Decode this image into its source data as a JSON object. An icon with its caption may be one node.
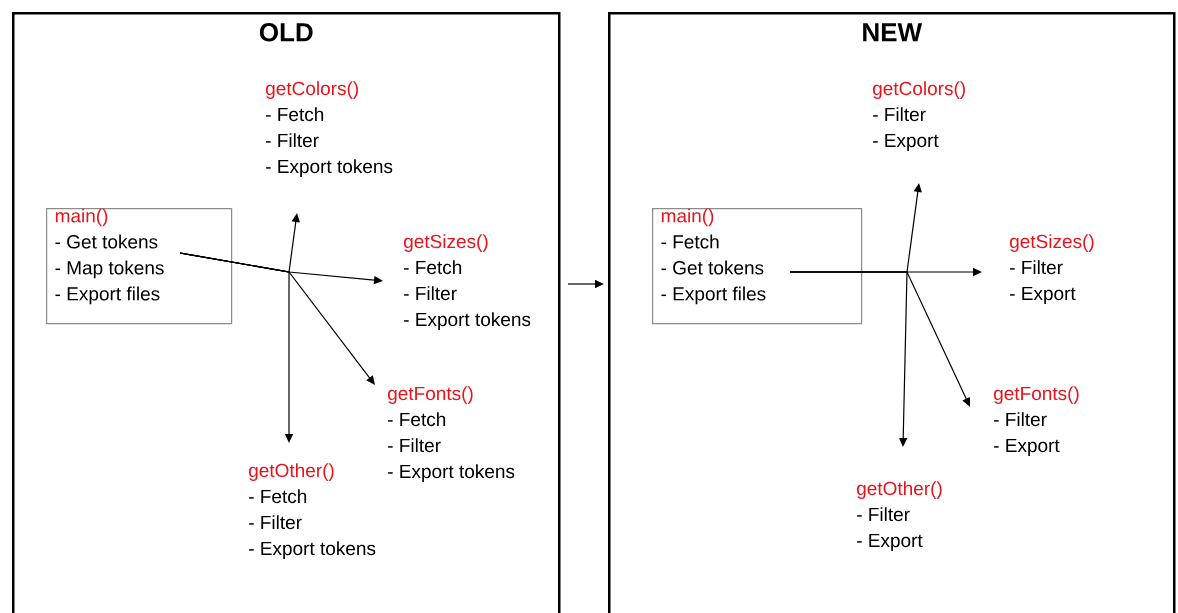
{
  "diagram": {
    "nodes": [
      {
        "text": [
          "OLD"
        ]
      },
      {
        "text": [
          "main()",
          "- Get tokens",
          "- Map tokens",
          "- Export files"
        ],
        "in": 0
      },
      {
        "text": [
          "getColors()",
          "- Fetch",
          "- Filter",
          "- Export tokens"
        ],
        "in": 0
      },
      {
        "text": [
          "getSizes()",
          "- Fetch",
          "- Filter",
          "- Export tokens"
        ],
        "in": 0
      },
      {
        "text": [
          "getFonts()",
          "- Fetch",
          "- Filter",
          "- Export tokens"
        ],
        "in": 0
      },
      {
        "text": [
          "getOther()",
          "- Fetch",
          "- Filter",
          "- Export tokens"
        ],
        "in": 0
      },
      {
        "text": [
          "NEW"
        ]
      },
      {
        "text": [
          "main()",
          "- Fetch",
          "- Get tokens",
          "- Export files"
        ],
        "in": 6
      },
      {
        "text": [
          "getColors()",
          "- Filter",
          "- Export"
        ],
        "in": 6
      },
      {
        "text": [
          "getSizes()",
          "- Filter",
          "- Export"
        ],
        "in": 6
      },
      {
        "text": [
          "getFonts()",
          "- Filter",
          "- Export"
        ],
        "in": 6
      },
      {
        "text": [
          "getOther()",
          "- Filter",
          "- Export"
        ],
        "in": 6
      }
    ],
    "edges": [
      {
        "from": 0,
        "to": 6,
        "arrow": "to"
      },
      {
        "from": 1,
        "to": 2,
        "arrow": "to"
      },
      {
        "from": 1,
        "to": 3,
        "arrow": "to"
      },
      {
        "from": 1,
        "to": 4,
        "arrow": "to"
      },
      {
        "from": 1,
        "to": 5,
        "arrow": "to"
      },
      {
        "from": 7,
        "to": 8,
        "arrow": "to"
      },
      {
        "from": 7,
        "to": 9,
        "arrow": "to"
      },
      {
        "from": 7,
        "to": 10,
        "arrow": "to"
      },
      {
        "from": 7,
        "to": 11,
        "arrow": "to"
      }
    ]
  }
}
